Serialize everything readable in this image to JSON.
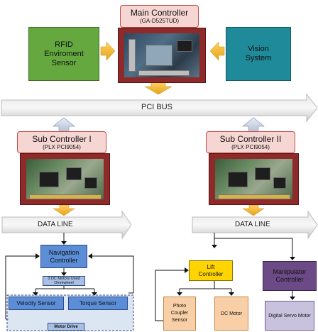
{
  "main_controller": {
    "title": "Main Controller",
    "model": "(GA-D525TUD)"
  },
  "rfid": {
    "label": "RFID Enviroment Sensor"
  },
  "vision": {
    "label": "Vision System"
  },
  "pci_bus": {
    "label": "PCI BUS"
  },
  "sub1": {
    "title": "Sub Controller I",
    "model": "(PLX  PCI9054)"
  },
  "sub2": {
    "title": "Sub Controller II",
    "model": "(PLX  PCI9054)"
  },
  "data_line_left": {
    "label": "DATA LINE"
  },
  "data_line_right": {
    "label": "DATA LINE"
  },
  "nav": {
    "label": "Navigation Controller"
  },
  "dc_motors": {
    "label": "3 DC Motors Used Omniwheel"
  },
  "velocity": {
    "label": "Velocity Sensor"
  },
  "torque": {
    "label": "Torque Sensor"
  },
  "motor_drive": {
    "label": "Motor Drive"
  },
  "lift": {
    "label": "Lift Controller"
  },
  "manipulator": {
    "label": "Manipulator Controller"
  },
  "photo": {
    "label": "Photo Coupler Sensor"
  },
  "dc_motor": {
    "label": "DC Motor"
  },
  "servo": {
    "label": "Digital Servo Motor"
  },
  "colors": {
    "blue_box": "#5b8ed6",
    "lift_yellow": "#ffd400",
    "manip_purple": "#6b4a86",
    "peach": "#f8cfa6",
    "lavender": "#c9c2df",
    "teal": "#1f8a9a",
    "green": "#64a83f",
    "arrow_orange": "#f2b733",
    "board_red": "#8f2a2a",
    "pink": "#f6d6d3"
  }
}
